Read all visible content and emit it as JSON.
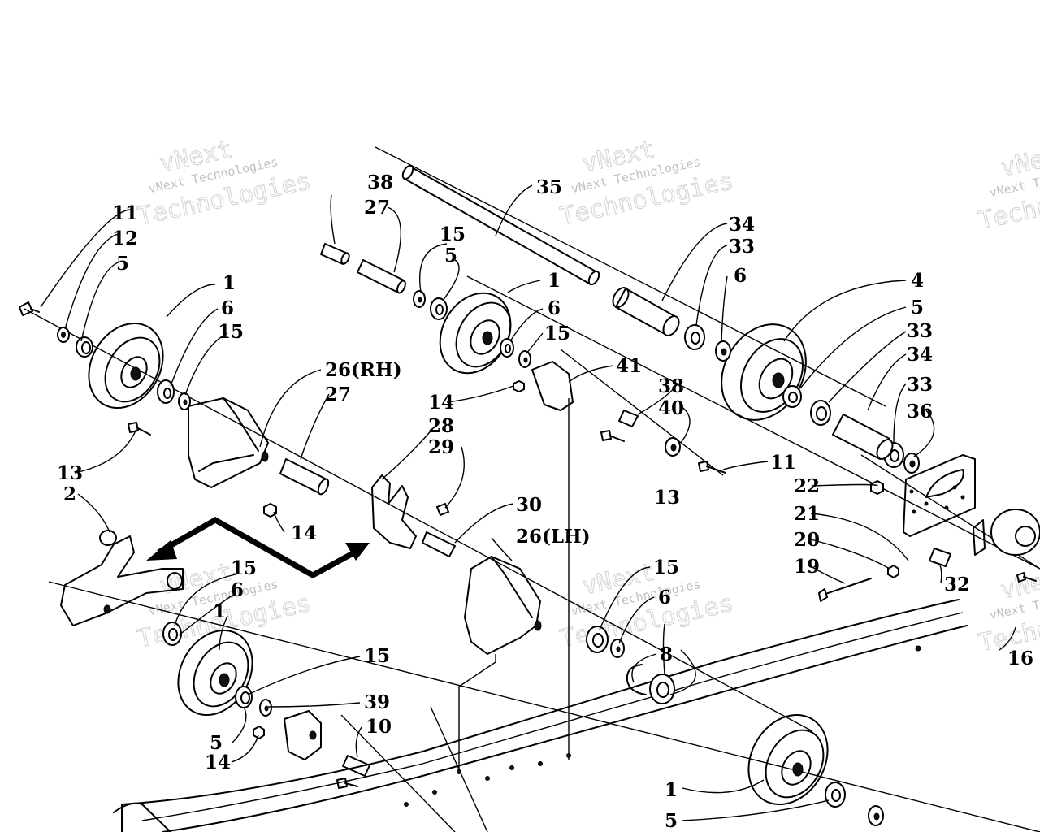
{
  "labels": [
    {
      "text": "38"
    },
    {
      "text": "27"
    },
    {
      "text": "35"
    },
    {
      "text": "15"
    },
    {
      "text": "5"
    },
    {
      "text": "34"
    },
    {
      "text": "33"
    },
    {
      "text": "6"
    },
    {
      "text": "11"
    },
    {
      "text": "12"
    },
    {
      "text": "5"
    },
    {
      "text": "1"
    },
    {
      "text": "6"
    },
    {
      "text": "15"
    },
    {
      "text": "1"
    },
    {
      "text": "6"
    },
    {
      "text": "15"
    },
    {
      "text": "4"
    },
    {
      "text": "5"
    },
    {
      "text": "33"
    },
    {
      "text": "34"
    },
    {
      "text": "33"
    },
    {
      "text": "36"
    },
    {
      "text": "26(RH)"
    },
    {
      "text": "27"
    },
    {
      "text": "41"
    },
    {
      "text": "38"
    },
    {
      "text": "40"
    },
    {
      "text": "14"
    },
    {
      "text": "28"
    },
    {
      "text": "29"
    },
    {
      "text": "13"
    },
    {
      "text": "11"
    },
    {
      "text": "13"
    },
    {
      "text": "2"
    },
    {
      "text": "14"
    },
    {
      "text": "22"
    },
    {
      "text": "21"
    },
    {
      "text": "20"
    },
    {
      "text": "19"
    },
    {
      "text": "32"
    },
    {
      "text": "30"
    },
    {
      "text": "26(LH)"
    },
    {
      "text": "15"
    },
    {
      "text": "6"
    },
    {
      "text": "15"
    },
    {
      "text": "6"
    },
    {
      "text": "1"
    },
    {
      "text": "8"
    },
    {
      "text": "16"
    },
    {
      "text": "15"
    },
    {
      "text": "39"
    },
    {
      "text": "10"
    },
    {
      "text": "5"
    },
    {
      "text": "14"
    },
    {
      "text": "1"
    },
    {
      "text": "5"
    }
  ],
  "watermarks": [
    {
      "line1": "vNext",
      "line2": "vNext Technologies",
      "line3": "Technologies"
    },
    {
      "line1": "vNext",
      "line2": "vNext Technologies",
      "line3": "Technologies"
    },
    {
      "line1": "vNext",
      "line2": "vNext Technologies",
      "line3": "Technologies"
    },
    {
      "line1": "vNext",
      "line2": "vNext Technologies",
      "line3": "Technologies"
    },
    {
      "line1": "vNext",
      "line2": "vNext Technologies",
      "line3": "Technologies"
    },
    {
      "line1": "vNext",
      "line2": "vNext Technologies",
      "line3": "Technologies"
    }
  ]
}
